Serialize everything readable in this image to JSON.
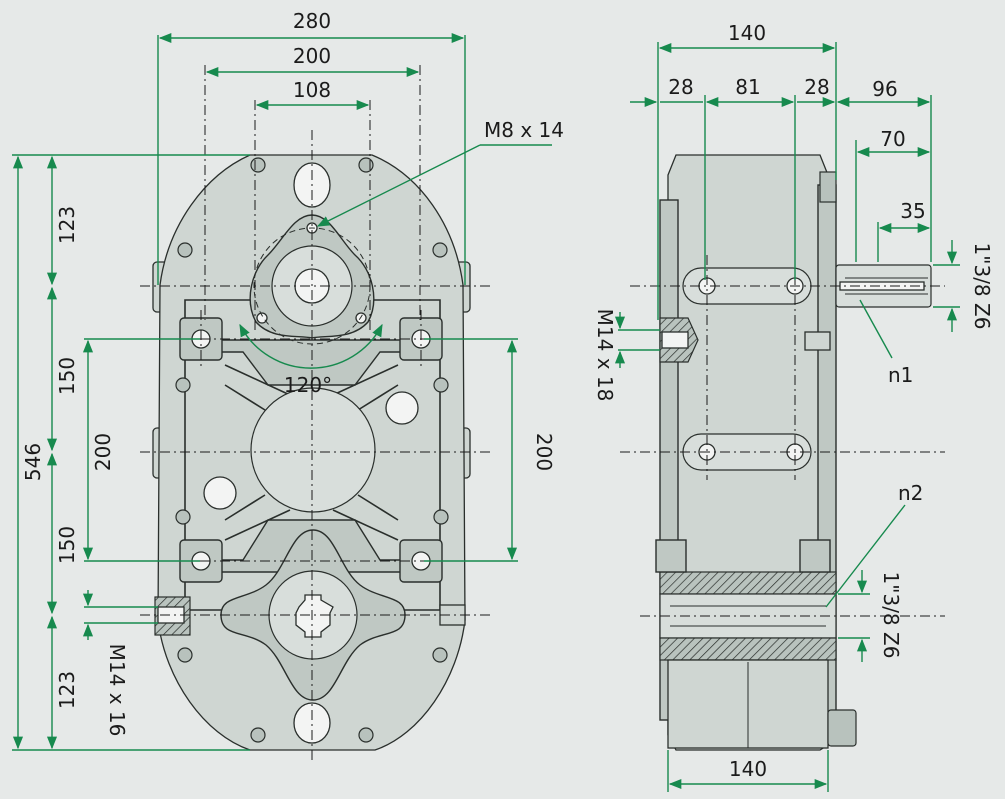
{
  "front_view": {
    "dim_total_width": "280",
    "dim_bolt_span": "200",
    "dim_flange_span": "108",
    "dim_top_segment": "123",
    "dim_upper_mid": "150",
    "dim_center_span_left": "200",
    "dim_total_height": "546",
    "dim_lower_mid": "150",
    "dim_bottom_segment": "123",
    "dim_center_span_right": "200",
    "label_thread_top": "M8 x 14",
    "label_angle": "120°",
    "label_thread_side": "M14 x 16"
  },
  "side_view": {
    "dim_total_depth": "140",
    "dim_seg_a": "28",
    "dim_seg_b": "81",
    "dim_seg_c": "28",
    "dim_shaft_total": "96",
    "dim_shaft_mid": "70",
    "dim_shaft_spline": "35",
    "label_shaft_top": "1\"3/8 Z6",
    "label_n1": "n1",
    "label_thread_side": "M14 x 18",
    "label_n2": "n2",
    "label_shaft_bottom": "1\"3/8 Z6",
    "dim_bottom_depth": "140"
  },
  "colors": {
    "dimension_line": "#178a4e",
    "body": "#cfd6d2",
    "background": "#e6e9e8"
  }
}
